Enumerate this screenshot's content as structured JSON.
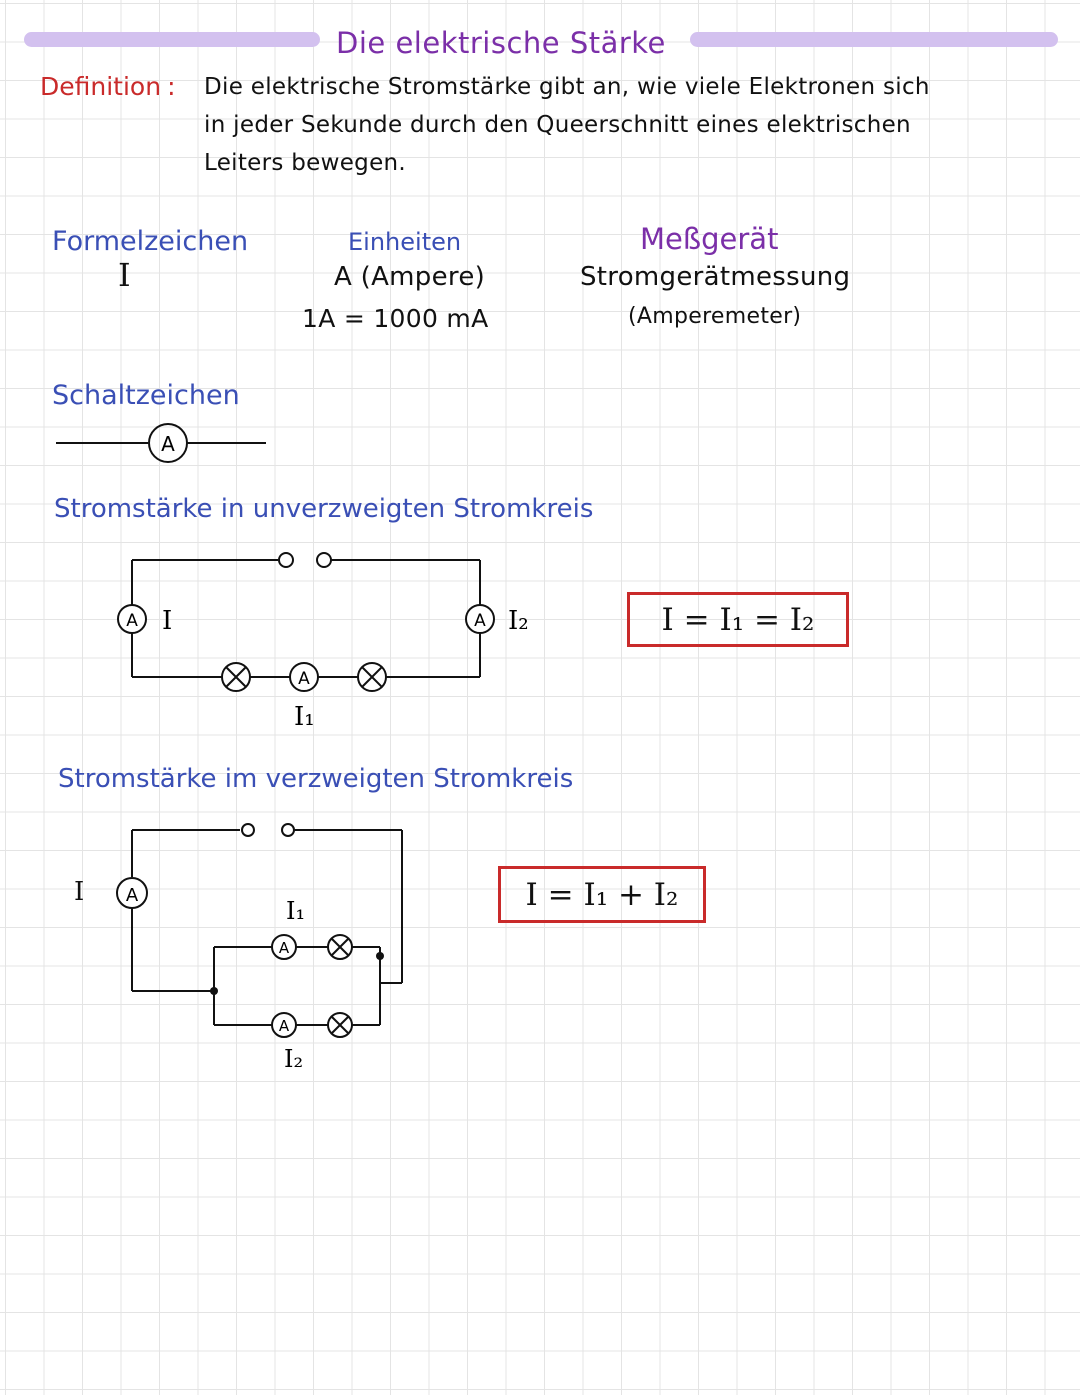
{
  "title": "Die elektrische Stärke",
  "definition": {
    "label": "Definition",
    "colon": ":",
    "line1": "Die elektrische Stromstärke gibt an, wie viele Elektronen sich",
    "line2": "in jeder Sekunde durch den Queerschnitt eines elektrischen",
    "line3": "Leiters bewegen."
  },
  "formula_symbol": {
    "heading": "Formelzeichen",
    "value": "I"
  },
  "units": {
    "heading": "Einheiten",
    "line1": "A (Ampere)",
    "line2": "1A = 1000 mA"
  },
  "meter": {
    "heading": "Meßgerät",
    "line1": "Stromgerätmessung",
    "line2": "(Amperemeter)"
  },
  "circuit_symbol": {
    "heading": "Schaltzeichen",
    "symbol": "A"
  },
  "series_circuit": {
    "heading": "Stromstärke in unverzweigten Stromkreis",
    "ammeter": "A",
    "lamp": "⊗",
    "label_I": "I",
    "label_I1": "I₁",
    "label_I2": "I₂",
    "formula": "I = I₁ = I₂"
  },
  "parallel_circuit": {
    "heading": "Stromstärke im verzweigten Stromkreis",
    "ammeter": "A",
    "lamp": "⊗",
    "label_I": "I",
    "label_I1": "I₁",
    "label_I2": "I₂",
    "formula": "I = I₁ + I₂"
  },
  "colors": {
    "title": "#7b2fa8",
    "accent_red": "#c92a2a",
    "bar": "#d3c1ef",
    "heading_blue": "#3a4fb5"
  }
}
